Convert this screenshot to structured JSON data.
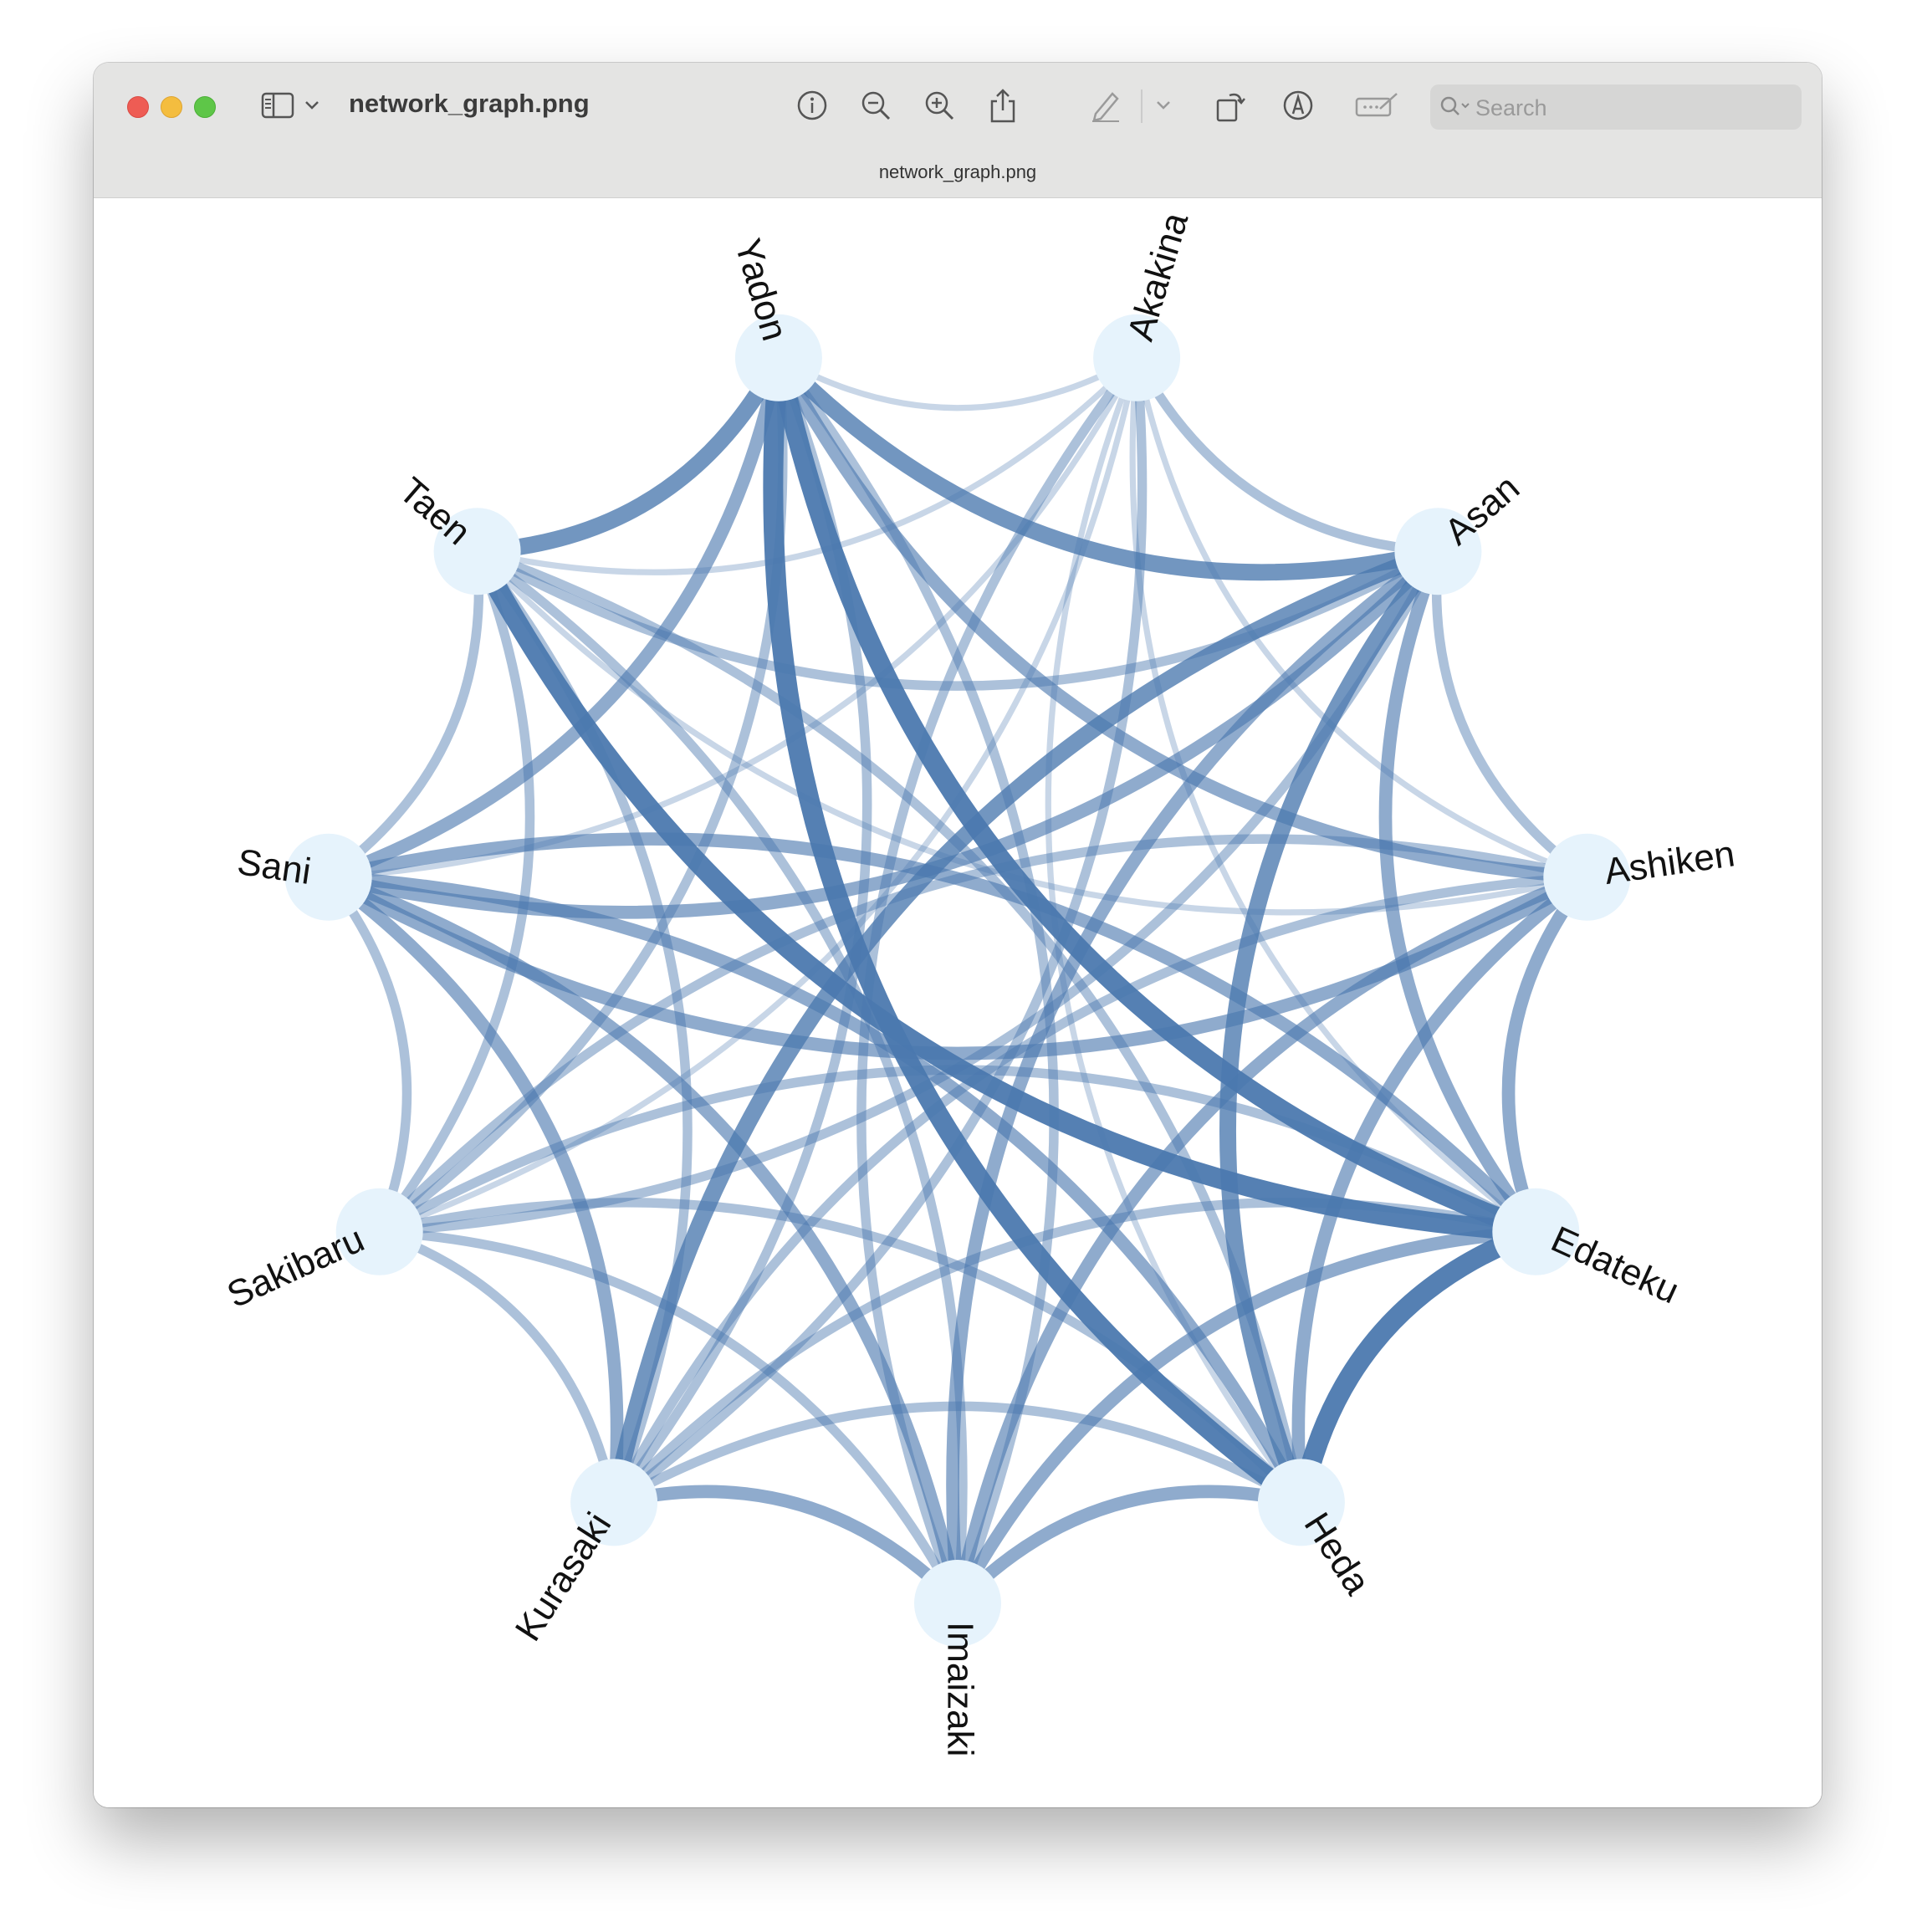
{
  "window": {
    "title": "network_graph.png",
    "subtitle": "network_graph.png"
  },
  "toolbar": {
    "icons": [
      "sidebar-icon",
      "chevron-down-icon",
      "info-icon",
      "zoom-out-icon",
      "zoom-in-icon",
      "share-icon",
      "markup-pen-icon",
      "chevron-down-icon",
      "rotate-icon",
      "annotate-icon",
      "form-fill-icon"
    ],
    "search_placeholder": "Search"
  },
  "colors": {
    "edge": "#4a78ae",
    "node_fill": "#e6f3fc",
    "titlebar": "#e4e4e3"
  },
  "graph": {
    "nodes": [
      "Yadon",
      "Akakina",
      "Asan",
      "Ashiken",
      "Edateku",
      "Heda",
      "Imaizaki",
      "Kurasaki",
      "Sakibaru",
      "Sani",
      "Taen"
    ],
    "edges": [
      {
        "source": "Yadon",
        "target": "Akakina",
        "weight": 1
      },
      {
        "source": "Yadon",
        "target": "Asan",
        "weight": 4
      },
      {
        "source": "Yadon",
        "target": "Ashiken",
        "weight": 3
      },
      {
        "source": "Yadon",
        "target": "Edateku",
        "weight": 5
      },
      {
        "source": "Yadon",
        "target": "Heda",
        "weight": 5
      },
      {
        "source": "Yadon",
        "target": "Imaizaki",
        "weight": 2
      },
      {
        "source": "Yadon",
        "target": "Kurasaki",
        "weight": 2
      },
      {
        "source": "Yadon",
        "target": "Sakibaru",
        "weight": 2
      },
      {
        "source": "Yadon",
        "target": "Sani",
        "weight": 3
      },
      {
        "source": "Yadon",
        "target": "Taen",
        "weight": 4
      },
      {
        "source": "Akakina",
        "target": "Asan",
        "weight": 2
      },
      {
        "source": "Akakina",
        "target": "Ashiken",
        "weight": 1
      },
      {
        "source": "Akakina",
        "target": "Edateku",
        "weight": 1
      },
      {
        "source": "Akakina",
        "target": "Heda",
        "weight": 1
      },
      {
        "source": "Akakina",
        "target": "Imaizaki",
        "weight": 2
      },
      {
        "source": "Akakina",
        "target": "Kurasaki",
        "weight": 2
      },
      {
        "source": "Akakina",
        "target": "Sakibaru",
        "weight": 1
      },
      {
        "source": "Akakina",
        "target": "Sani",
        "weight": 1
      },
      {
        "source": "Akakina",
        "target": "Taen",
        "weight": 1
      },
      {
        "source": "Asan",
        "target": "Ashiken",
        "weight": 2
      },
      {
        "source": "Asan",
        "target": "Edateku",
        "weight": 3
      },
      {
        "source": "Asan",
        "target": "Heda",
        "weight": 4
      },
      {
        "source": "Asan",
        "target": "Imaizaki",
        "weight": 3
      },
      {
        "source": "Asan",
        "target": "Kurasaki",
        "weight": 4
      },
      {
        "source": "Asan",
        "target": "Sakibaru",
        "weight": 2
      },
      {
        "source": "Asan",
        "target": "Sani",
        "weight": 3
      },
      {
        "source": "Asan",
        "target": "Taen",
        "weight": 2
      },
      {
        "source": "Ashiken",
        "target": "Edateku",
        "weight": 3
      },
      {
        "source": "Ashiken",
        "target": "Heda",
        "weight": 3
      },
      {
        "source": "Ashiken",
        "target": "Imaizaki",
        "weight": 3
      },
      {
        "source": "Ashiken",
        "target": "Kurasaki",
        "weight": 2
      },
      {
        "source": "Ashiken",
        "target": "Sakibaru",
        "weight": 2
      },
      {
        "source": "Ashiken",
        "target": "Sani",
        "weight": 3
      },
      {
        "source": "Ashiken",
        "target": "Taen",
        "weight": 1
      },
      {
        "source": "Edateku",
        "target": "Heda",
        "weight": 5
      },
      {
        "source": "Edateku",
        "target": "Imaizaki",
        "weight": 3
      },
      {
        "source": "Edateku",
        "target": "Kurasaki",
        "weight": 2
      },
      {
        "source": "Edateku",
        "target": "Sakibaru",
        "weight": 2
      },
      {
        "source": "Edateku",
        "target": "Sani",
        "weight": 3
      },
      {
        "source": "Edateku",
        "target": "Taen",
        "weight": 5
      },
      {
        "source": "Heda",
        "target": "Imaizaki",
        "weight": 3
      },
      {
        "source": "Heda",
        "target": "Kurasaki",
        "weight": 2
      },
      {
        "source": "Heda",
        "target": "Sakibaru",
        "weight": 2
      },
      {
        "source": "Heda",
        "target": "Sani",
        "weight": 3
      },
      {
        "source": "Heda",
        "target": "Taen",
        "weight": 2
      },
      {
        "source": "Imaizaki",
        "target": "Kurasaki",
        "weight": 3
      },
      {
        "source": "Imaizaki",
        "target": "Sakibaru",
        "weight": 2
      },
      {
        "source": "Imaizaki",
        "target": "Sani",
        "weight": 3
      },
      {
        "source": "Imaizaki",
        "target": "Taen",
        "weight": 2
      },
      {
        "source": "Kurasaki",
        "target": "Sakibaru",
        "weight": 2
      },
      {
        "source": "Kurasaki",
        "target": "Sani",
        "weight": 3
      },
      {
        "source": "Kurasaki",
        "target": "Taen",
        "weight": 2
      },
      {
        "source": "Sakibaru",
        "target": "Sani",
        "weight": 2
      },
      {
        "source": "Sakibaru",
        "target": "Taen",
        "weight": 2
      },
      {
        "source": "Sani",
        "target": "Taen",
        "weight": 2
      }
    ]
  }
}
